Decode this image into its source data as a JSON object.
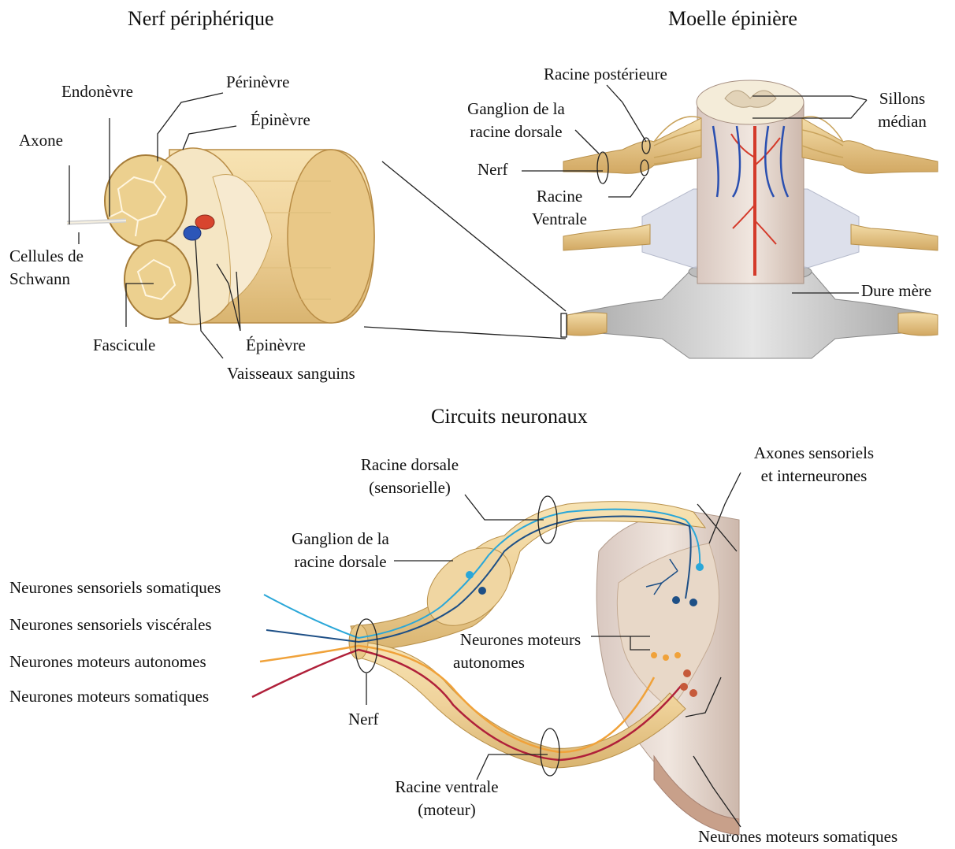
{
  "titles": {
    "peripheral_nerve": "Nerf périphérique",
    "spinal_cord": "Moelle épinière",
    "circuits": "Circuits neuronaux"
  },
  "nerve_labels": {
    "endoneurium": "Endonèvre",
    "perineurium": "Périnèvre",
    "epineurium_top": "Épinèvre",
    "axon": "Axone",
    "schwann_cells_1": "Cellules de",
    "schwann_cells_2": "Schwann",
    "fascicle": "Fascicule",
    "epineurium_bottom": "Épinèvre",
    "blood_vessels": "Vaisseaux sanguins"
  },
  "cord_labels": {
    "posterior_root": "Racine postérieure",
    "drg_1": "Ganglion de la",
    "drg_2": "racine dorsale",
    "nerve": "Nerf",
    "ventral_root_1": "Racine",
    "ventral_root_2": "Ventrale",
    "sulci_1": "Sillons",
    "sulci_2": "médian",
    "dura_mater": "Dure mère"
  },
  "circuit_labels": {
    "dorsal_root_1": "Racine dorsale",
    "dorsal_root_2": "(sensorielle)",
    "sensory_axons_1": "Axones sensoriels",
    "sensory_axons_2": "et interneurones",
    "drg_1": "Ganglion de la",
    "drg_2": "racine dorsale",
    "somatic_sensory": "Neurones sensoriels somatiques",
    "visceral_sensory": "Neurones sensoriels viscérales",
    "autonomic_motor": "Neurones moteurs autonomes",
    "somatic_motor": "Neurones moteurs somatiques",
    "autonomic_motor_cord_1": "Neurones moteurs",
    "autonomic_motor_cord_2": "autonomes",
    "nerve": "Nerf",
    "ventral_root_1": "Racine ventrale",
    "ventral_root_2": "(moteur)",
    "somatic_motor_bottom": "Neurones moteurs somatiques"
  },
  "colors": {
    "nerve_fill": "#efd49a",
    "nerve_dark": "#c9a35c",
    "cord_white": "#f2ead8",
    "dura": "#cfcfcf",
    "sensory_light": "#2aa7d8",
    "sensory_dark": "#1d4f86",
    "motor_autonomic": "#f0a23a",
    "motor_somatic": "#b0203a",
    "artery": "#d43a2a",
    "vein": "#2a4fb0"
  }
}
